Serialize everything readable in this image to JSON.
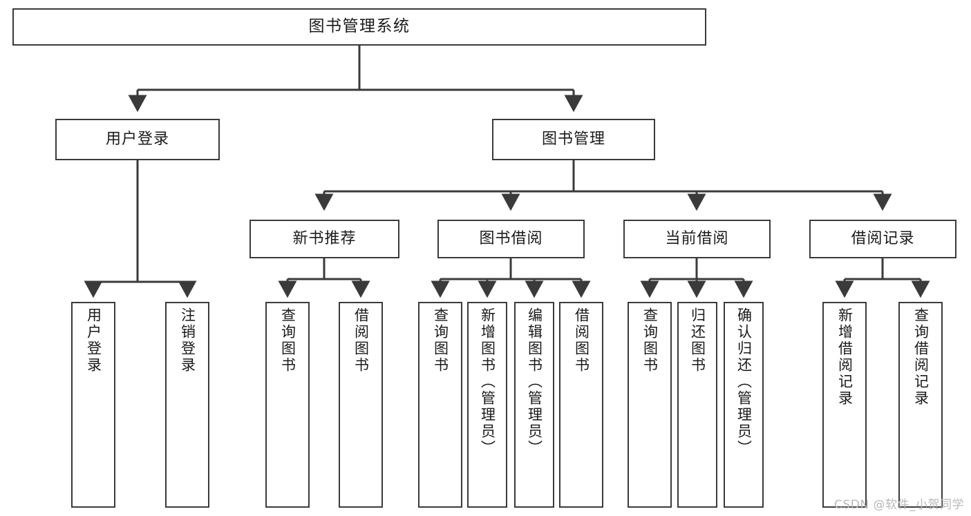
{
  "diagram": {
    "title": "图书管理系统",
    "watermark": "CSDN @软件_小贺同学",
    "stroke_color": "#3a3a3a",
    "background_color": "#ffffff",
    "text_color": "#1a1a1a",
    "watermark_color": "#b8b8b8"
  },
  "nodes": {
    "root": {
      "label": "图书管理系统"
    },
    "level1": [
      {
        "label": "用户登录"
      },
      {
        "label": "图书管理"
      }
    ],
    "level2": [
      {
        "label": "新书推荐"
      },
      {
        "label": "图书借阅"
      },
      {
        "label": "当前借阅"
      },
      {
        "label": "借阅记录"
      }
    ],
    "leaves": {
      "user_login": [
        {
          "label": "用户登录"
        },
        {
          "label": "注销登录"
        }
      ],
      "new_book_recommend": [
        {
          "label": "查询图书"
        },
        {
          "label": "借阅图书"
        }
      ],
      "book_borrow": [
        {
          "label": "查询图书"
        },
        {
          "label": "新增图书（管理员）"
        },
        {
          "label": "编辑图书（管理员）"
        },
        {
          "label": "借阅图书"
        }
      ],
      "current_borrow": [
        {
          "label": "查询图书"
        },
        {
          "label": "归还图书"
        },
        {
          "label": "确认归还（管理员）"
        }
      ],
      "borrow_record": [
        {
          "label": "新增借阅记录"
        },
        {
          "label": "查询借阅记录"
        }
      ]
    }
  }
}
